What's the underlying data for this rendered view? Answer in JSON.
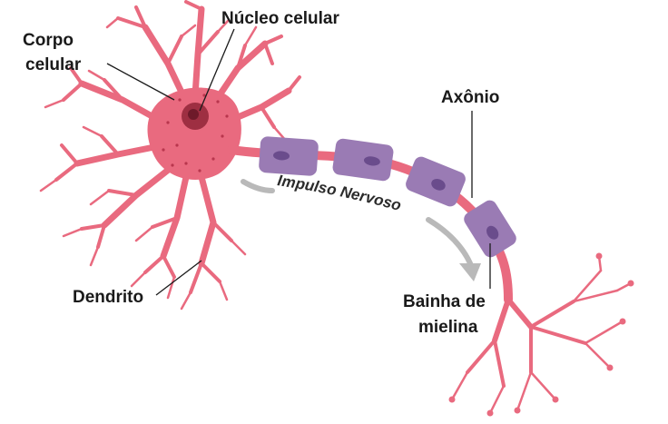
{
  "labels": {
    "corpo_line1": "Corpo",
    "corpo_line2": "celular",
    "nucleo": "Núcleo celular",
    "axonio": "Axônio",
    "dendrito": "Dendrito",
    "bainha_line1": "Bainha de",
    "bainha_line2": "mielina",
    "impulso": "Impulso Nervoso"
  },
  "colors": {
    "neuron": "#e96a7f",
    "neuron_light": "#f3a2af",
    "myelin": "#9a7bb4",
    "myelin_dark": "#6a4c8c",
    "nucleus": "#9e2f42",
    "arrow": "#b9b9b9",
    "text": "#1a1a1a"
  }
}
